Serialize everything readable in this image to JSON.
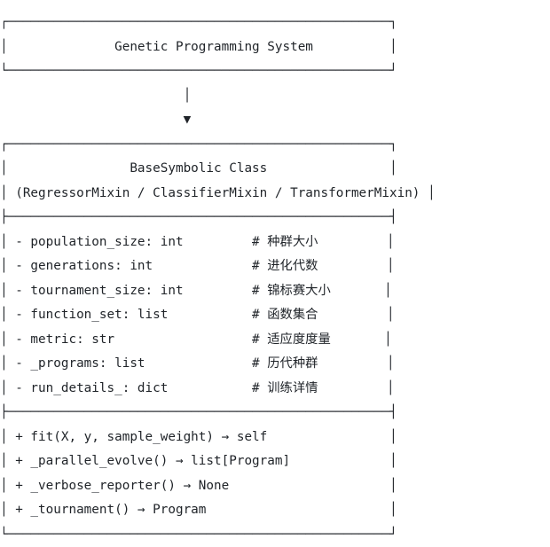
{
  "diagram": {
    "lines": [
      "┌──────────────────────────────────────────────────┐",
      "│              Genetic Programming System          │",
      "└──────────────────────────────────────────────────┘",
      "                        │",
      "                        ▼",
      "┌──────────────────────────────────────────────────┐",
      "│                BaseSymbolic Class                │",
      "│ (RegressorMixin / ClassifierMixin / TransformerMixin) │",
      "├──────────────────────────────────────────────────┤",
      "│ - population_size: int         # 种群大小         │",
      "│ - generations: int             # 进化代数         │",
      "│ - tournament_size: int         # 锦标赛大小       │",
      "│ - function_set: list           # 函数集合         │",
      "│ - metric: str                  # 适应度度量       │",
      "│ - _programs: list              # 历代种群         │",
      "│ - run_details_: dict           # 训练详情         │",
      "├──────────────────────────────────────────────────┤",
      "│ + fit(X, y, sample_weight) → self                │",
      "│ + _parallel_evolve() → list[Program]             │",
      "│ + _verbose_reporter() → None                     │",
      "│ + _tournament() → Program                        │",
      "└──────────────────────────────────────────────────┘"
    ]
  }
}
